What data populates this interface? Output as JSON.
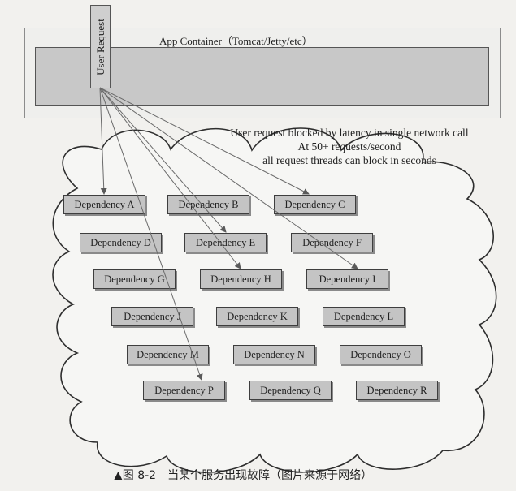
{
  "diagram": {
    "container_title": "App Container（Tomcat/Jetty/etc）",
    "user_request_label": "User Request",
    "blocked_lines": [
      "User request blocked by latency in single network call",
      "At 50+ requests/second",
      "all request threads can block in seconds"
    ],
    "dependencies": [
      "Dependency A",
      "Dependency B",
      "Dependency C",
      "Dependency D",
      "Dependency E",
      "Dependency F",
      "Dependency G",
      "Dependency H",
      "Dependency I",
      "Dependency J",
      "Dependency K",
      "Dependency L",
      "Dependency M",
      "Dependency N",
      "Dependency O",
      "Dependency P",
      "Dependency Q",
      "Dependency R"
    ]
  },
  "caption": "▲图 8-2　当某个服务出现故障（图片来源于网络）",
  "colors": {
    "box_fill": "#c4c4c4",
    "container_fill": "#c8c8c8",
    "arrow": "#6a6a6a"
  }
}
